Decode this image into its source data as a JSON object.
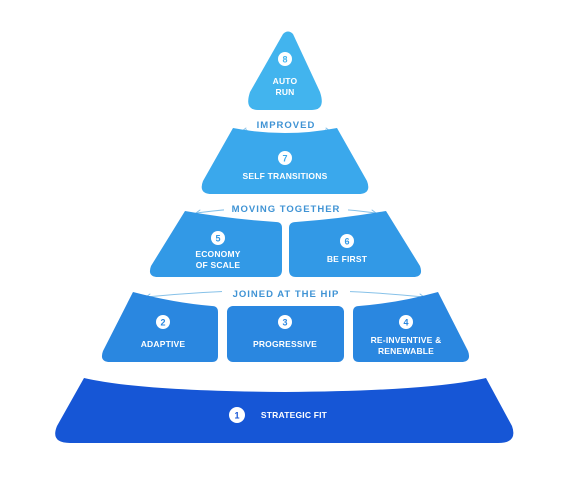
{
  "diagram": {
    "colors": {
      "top": "#42b4ee",
      "tier3": "#3aa8ec",
      "tier4": "#3299e6",
      "tier5": "#2a87e0",
      "base": "#1656d6",
      "band_text": "#3f93d4",
      "arc": "#86c1e8",
      "badge_fill": "#ffffff"
    },
    "levels": {
      "auto_run": {
        "number": "8",
        "label_line1": "AUTO",
        "label_line2": "RUN"
      },
      "self_transitions": {
        "number": "7",
        "label": "SELF TRANSITIONS"
      },
      "economy_of_scale": {
        "number": "5",
        "label_line1": "ECONOMY",
        "label_line2": "OF SCALE"
      },
      "be_first": {
        "number": "6",
        "label": "BE FIRST"
      },
      "adaptive": {
        "number": "2",
        "label": "ADAPTIVE"
      },
      "progressive": {
        "number": "3",
        "label": "PROGRESSIVE"
      },
      "reinventive": {
        "number": "4",
        "label_line1": "RE-INVENTIVE &",
        "label_line2": "RENEWABLE"
      },
      "strategic_fit": {
        "number": "1",
        "label": "STRATEGIC FIT"
      }
    },
    "bands": {
      "improved": "IMPROVED",
      "moving_together": "MOVING TOGETHER",
      "joined_at_the_hip": "JOINED AT THE HIP"
    }
  }
}
